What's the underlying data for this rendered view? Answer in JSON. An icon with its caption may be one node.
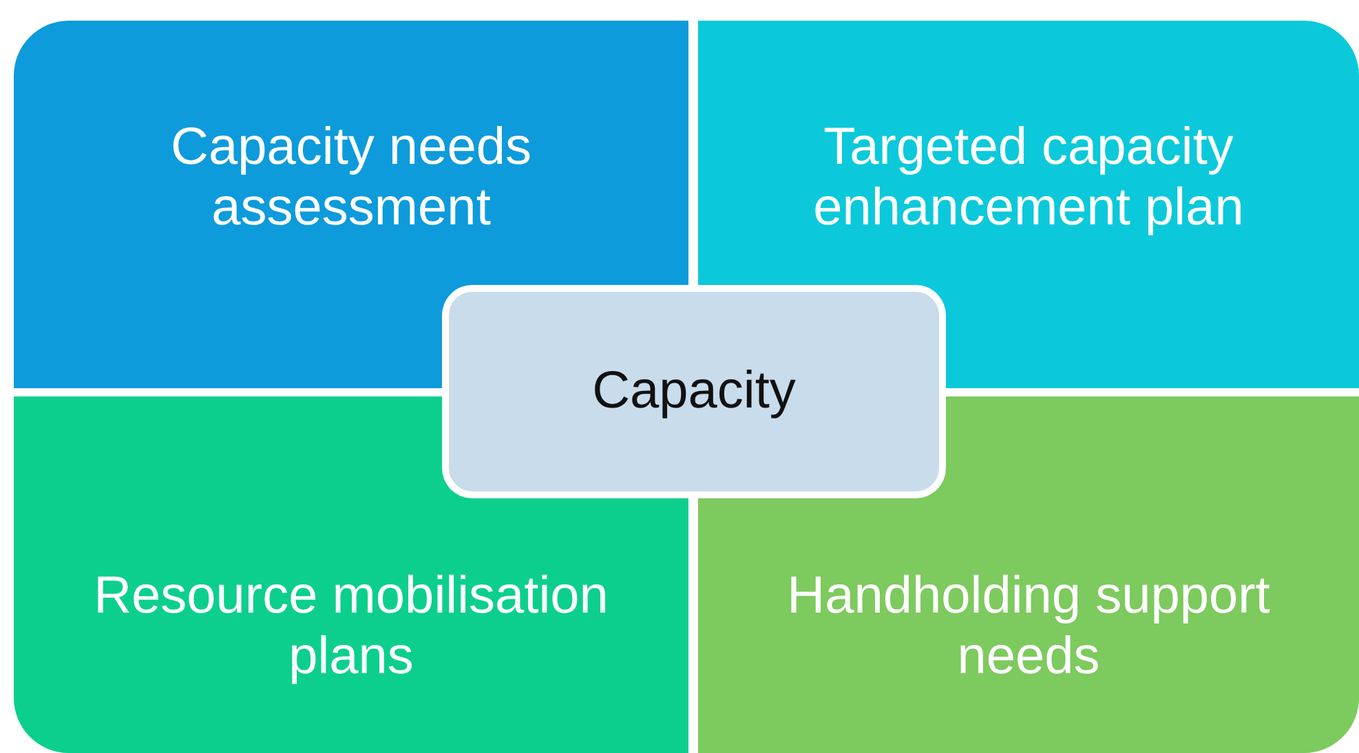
{
  "diagram": {
    "nodes": [
      {
        "text": [
          "Capacity needs assessment"
        ]
      },
      {
        "text": [
          "Targeted capacity enhancement plan"
        ]
      },
      {
        "text": [
          "Resource mobilisation plans"
        ]
      },
      {
        "text": [
          "Handholding support needs"
        ]
      },
      {
        "text": [
          "Capacity"
        ]
      }
    ]
  }
}
